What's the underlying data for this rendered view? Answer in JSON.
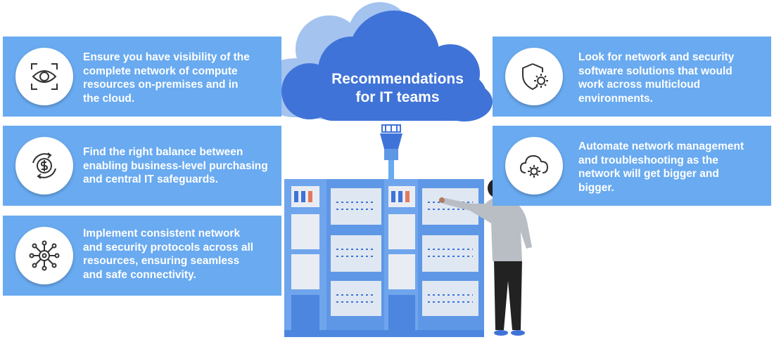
{
  "title_lines": [
    "Recommendations",
    "for IT teams"
  ],
  "cards": [
    {
      "icon": "eye-scan-icon",
      "lines": [
        "Ensure you have visibility of the",
        "complete network of compute",
        "resources on-premises and in",
        "the cloud."
      ]
    },
    {
      "icon": "dollar-cycle-icon",
      "lines": [
        "Find the right balance between",
        "enabling business-level purchasing",
        "and central IT safeguards."
      ]
    },
    {
      "icon": "network-gear-icon",
      "lines": [
        "Implement consistent network",
        "and security protocols across all",
        "resources, ensuring seamless",
        "and safe connectivity."
      ]
    },
    {
      "icon": "shield-gear-icon",
      "lines": [
        "Look for network and security",
        "software solutions that would",
        "work across multicloud",
        "environments."
      ]
    },
    {
      "icon": "cloud-gear-icon",
      "lines": [
        "Automate network management",
        "and troubleshooting as the",
        "network will get bigger and",
        "bigger."
      ]
    }
  ],
  "colors": {
    "card": "#69aaf0",
    "cloud_front": "#3f73d8",
    "cloud_back": "#a4c3ef",
    "server": "#5e97e6",
    "icon_stroke": "#333333"
  }
}
